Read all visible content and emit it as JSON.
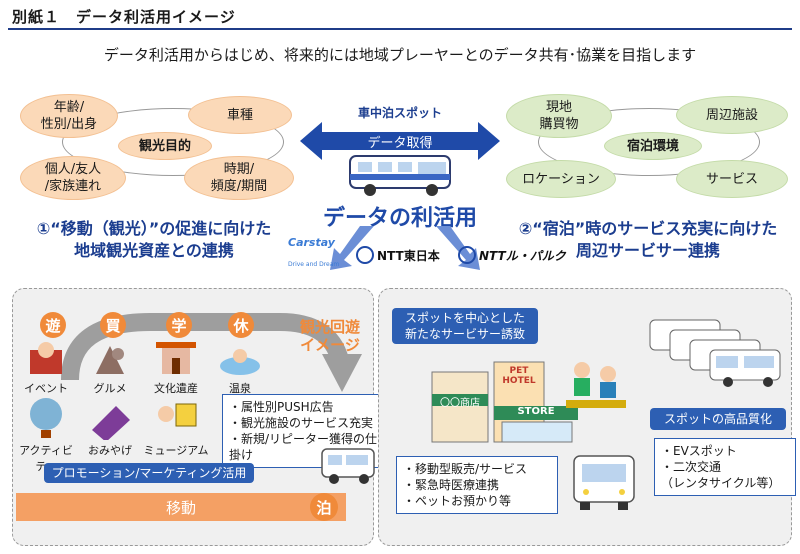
{
  "header": {
    "title": "別紙１　データ利活用イメージ",
    "subtitle": "データ利活用からはじめ、将来的には地域プレーヤーとのデータ共有･協業を目指します"
  },
  "left_cluster": {
    "center": "観光目的",
    "items": [
      "年齢/\n性別/出身",
      "車種",
      "個人/友人\n/家族連れ",
      "時期/\n頻度/期間"
    ]
  },
  "right_cluster": {
    "center": "宿泊環境",
    "items": [
      "現地\n購買物",
      "周辺施設",
      "ロケーション",
      "サービス"
    ]
  },
  "center": {
    "spot_label": "車中泊スポット",
    "arrow_label": "データ取得",
    "data_use": "データの利活用",
    "partners": [
      "Carstay",
      "Drive and Dream",
      "NTT東日本",
      "NTTル・パルク"
    ]
  },
  "headings": {
    "left": "①“移動（観光）”の促進に向けた\n地域観光資産との連携",
    "right": "②“宿泊”時のサービス充実に向けた\n周辺サービサー連携"
  },
  "left_box": {
    "badges": [
      "遊",
      "買",
      "学",
      "休"
    ],
    "cycle_label": "観光回遊\nイメージ",
    "thumbs": [
      "イベント",
      "グルメ",
      "文化遺産",
      "温泉",
      "アクティビティ",
      "おみやげ",
      "ミュージアム"
    ],
    "callout": [
      "・属性別PUSH広告",
      "・観光施設のサービス充実",
      "・新規/リピーター獲得の仕掛け"
    ],
    "promo_tag": "プロモーション/マーケティング活用",
    "move_label": "移動",
    "stay_badge": "泊"
  },
  "right_box": {
    "top_tag": "スポットを中心とした\n新たなサービサー誘致",
    "shop_sign": "〇〇商店",
    "hotel_sign": "PET\nHOTEL",
    "store_sign": "STORE",
    "services": [
      "・移動型販売/サービス",
      "・緊急時医療連携",
      "・ペットお預かり等"
    ],
    "quality_tag": "スポットの高品質化",
    "quality_items": [
      "・EVスポット",
      "・二次交通",
      "（レンタサイクル等）"
    ]
  },
  "colors": {
    "accent_blue": "#1f4aa8",
    "orange": "#f08a3a",
    "orange_light": "#fbd9b8",
    "green_light": "#dcebc8"
  }
}
